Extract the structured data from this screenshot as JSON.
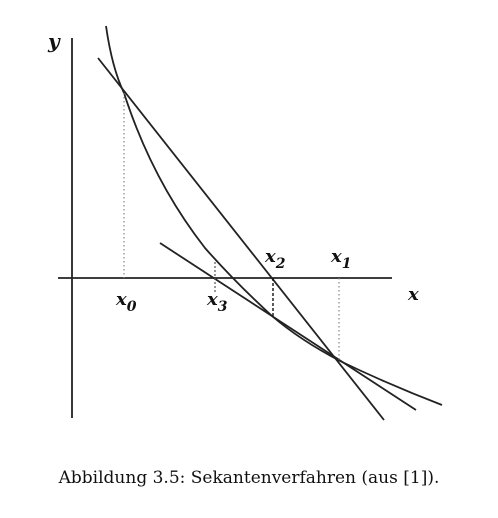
{
  "figure": {
    "axis_y_label": "y",
    "axis_x_label": "x",
    "points": [
      {
        "base": "x",
        "sub": "0"
      },
      {
        "base": "x",
        "sub": "3"
      },
      {
        "base": "x",
        "sub": "2"
      },
      {
        "base": "x",
        "sub": "1"
      }
    ]
  },
  "caption": "Abbildung 3.5: Sekantenverfahren (aus [1])."
}
